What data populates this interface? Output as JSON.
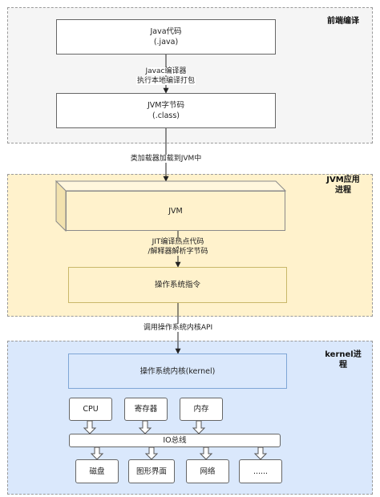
{
  "regions": {
    "frontend": {
      "title": "前端编译"
    },
    "jvm": {
      "title_line1": "JVM应用",
      "title_line2": "进程"
    },
    "kernel": {
      "title_line1": "kernel进",
      "title_line2": "程"
    }
  },
  "boxes": {
    "java_code": {
      "line1": "Java代码",
      "line2": "(.java)"
    },
    "bytecode": {
      "line1": "JVM字节码",
      "line2": "(.class)"
    },
    "jvm": {
      "label": "JVM"
    },
    "os_instr": {
      "label": "操作系统指令"
    },
    "os_kernel": {
      "label": "操作系统内核(kernel)"
    },
    "cpu": {
      "label": "CPU"
    },
    "register": {
      "label": "寄存器"
    },
    "memory": {
      "label": "内存"
    },
    "io_bus": {
      "label": "IO总线"
    },
    "disk": {
      "label": "磁盘"
    },
    "gui": {
      "label": "图形界面"
    },
    "network": {
      "label": "网络"
    },
    "more": {
      "label": "......"
    }
  },
  "edges": {
    "javac": {
      "line1": "Javac编译器",
      "line2": "执行本地编译打包"
    },
    "classloader": {
      "label": "类加载器加载到JVM中"
    },
    "jit": {
      "line1": "JIT编译热点代码",
      "line2": "/解释器解析字节码"
    },
    "syscall": {
      "label": "调用操作系统内核API"
    }
  },
  "colors": {
    "frontend_fill": "#f5f5f5",
    "jvm_fill": "#fff2cc",
    "kernel_fill": "#dae8fc",
    "box_fill_white": "#ffffff",
    "jvm_box_fill": "#fff2cc"
  }
}
